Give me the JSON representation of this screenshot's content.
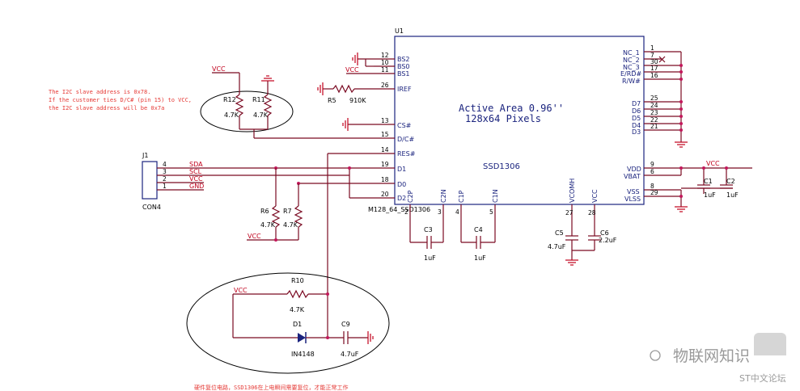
{
  "notes": {
    "i2c_line1": "The I2C slave address is 0x78.",
    "i2c_line2": "If the customer ties D/C# (pin 15) to VCC,",
    "i2c_line3": "the I2C slave address will be 0x7a",
    "reset_note": "硬件复位电路，SSD1306在上电瞬间需要复位，才能正常工作"
  },
  "u1": {
    "ref": "U1",
    "part": "M128_64_SSD1306",
    "name": "SSD1306",
    "active_area_line1": "Active Area 0.96''",
    "active_area_line2": "128x64 Pixels",
    "left_pins": [
      {
        "num": "12",
        "name": "BS2"
      },
      {
        "num": "10",
        "name": "BS0"
      },
      {
        "num": "11",
        "name": "BS1"
      },
      {
        "num": "26",
        "name": "IREF"
      },
      {
        "num": "13",
        "name": "CS#"
      },
      {
        "num": "15",
        "name": "D/C#"
      },
      {
        "num": "14",
        "name": "RES#"
      },
      {
        "num": "19",
        "name": "D1"
      },
      {
        "num": "18",
        "name": "D0"
      },
      {
        "num": "20",
        "name": "D2"
      }
    ],
    "right_pins": [
      {
        "num": "1",
        "name": "NC_1"
      },
      {
        "num": "7",
        "name": "NC_2"
      },
      {
        "num": "30",
        "name": "NC_3"
      },
      {
        "num": "17",
        "name": "E/RD#"
      },
      {
        "num": "16",
        "name": "R/W#"
      },
      {
        "num": "25",
        "name": "D7"
      },
      {
        "num": "24",
        "name": "D6"
      },
      {
        "num": "23",
        "name": "D5"
      },
      {
        "num": "22",
        "name": "D4"
      },
      {
        "num": "21",
        "name": "D3"
      },
      {
        "num": "9",
        "name": "VDD"
      },
      {
        "num": "6",
        "name": "VBAT"
      },
      {
        "num": "8",
        "name": "VSS"
      },
      {
        "num": "29",
        "name": "VLSS"
      }
    ],
    "bottom_pins": [
      {
        "num": "2",
        "name": "C2P"
      },
      {
        "num": "3",
        "name": "C2N"
      },
      {
        "num": "4",
        "name": "C1P"
      },
      {
        "num": "5",
        "name": "C1N"
      },
      {
        "num": "27",
        "name": "VCOMH"
      },
      {
        "num": "28",
        "name": "VCC"
      }
    ]
  },
  "connector": {
    "ref": "J1",
    "part": "CON4",
    "pins": [
      {
        "num": "4",
        "net": "SDA"
      },
      {
        "num": "3",
        "net": "SCL"
      },
      {
        "num": "2",
        "net": "VCC"
      },
      {
        "num": "1",
        "net": "GND"
      }
    ]
  },
  "components": {
    "r5": {
      "ref": "R5",
      "value": "910K"
    },
    "r12": {
      "ref": "R12",
      "value": "4.7K"
    },
    "r11": {
      "ref": "R11",
      "value": "4.7K"
    },
    "r6": {
      "ref": "R6",
      "value": "4.7K"
    },
    "r7": {
      "ref": "R7",
      "value": "4.7K"
    },
    "r10": {
      "ref": "R10",
      "value": "4.7K"
    },
    "d1": {
      "ref": "D1",
      "value": "IN4148"
    },
    "c9": {
      "ref": "C9",
      "value": "4.7uF"
    },
    "c3": {
      "ref": "C3",
      "value": "1uF"
    },
    "c4": {
      "ref": "C4",
      "value": "1uF"
    },
    "c5": {
      "ref": "C5",
      "value": "4.7uF"
    },
    "c6": {
      "ref": "C6",
      "value": "2.2uF"
    },
    "c1": {
      "ref": "C1",
      "value": "1uF"
    },
    "c2": {
      "ref": "C2",
      "value": "1uF"
    }
  },
  "nets": {
    "vcc": "VCC"
  },
  "watermark": {
    "title": "物联网知识",
    "subtitle": "ST中文论坛"
  }
}
